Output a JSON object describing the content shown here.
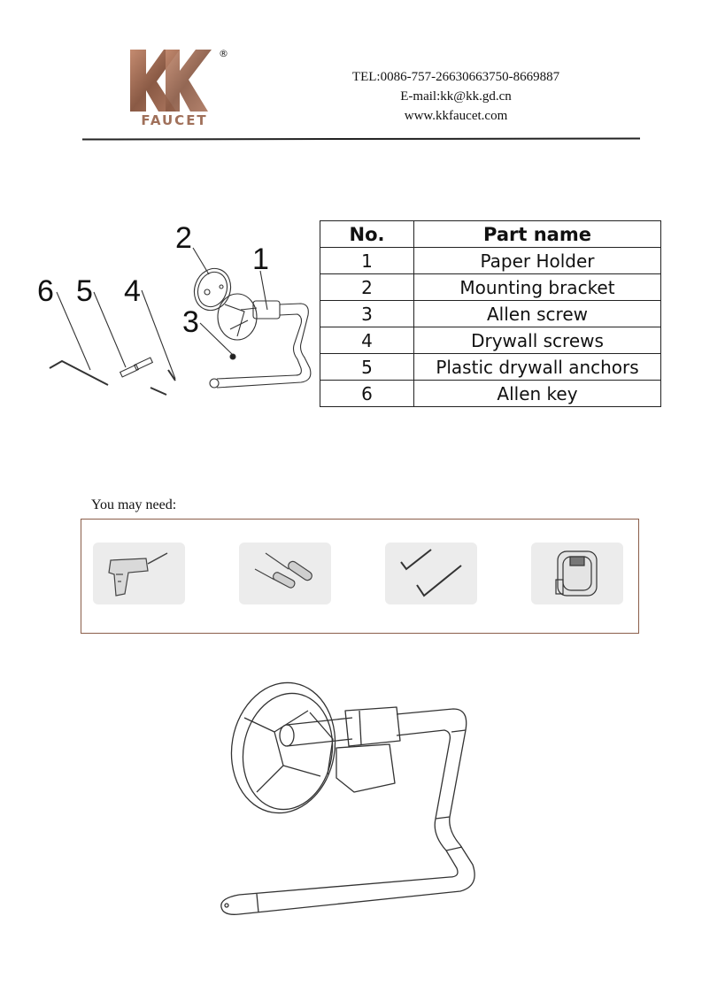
{
  "header": {
    "logo_letters": "KK",
    "logo_word": "FAUCET",
    "logo_registered": "®",
    "tel": "TEL:0086-757-26630663750-8669887",
    "email": "E-mail:kk@kk.gd.cn",
    "website": "www.kkfaucet.com"
  },
  "diagram": {
    "callouts": [
      "1",
      "2",
      "3",
      "4",
      "5",
      "6"
    ]
  },
  "parts_table": {
    "headers": [
      "No.",
      "Part name"
    ],
    "rows": [
      {
        "no": "1",
        "name": "Paper Holder"
      },
      {
        "no": "2",
        "name": "Mounting bracket"
      },
      {
        "no": "3",
        "name": "Allen screw"
      },
      {
        "no": "4",
        "name": "Drywall screws"
      },
      {
        "no": "5",
        "name": "Plastic drywall anchors"
      },
      {
        "no": "6",
        "name": "Allen key"
      }
    ]
  },
  "tools": {
    "label": "You may need:",
    "items": [
      "drill-icon",
      "screwdrivers-icon",
      "allen-keys-icon",
      "tape-measure-icon"
    ]
  },
  "colors": {
    "logo_brown": "#a0705a",
    "box_border": "#8b5e4a"
  }
}
